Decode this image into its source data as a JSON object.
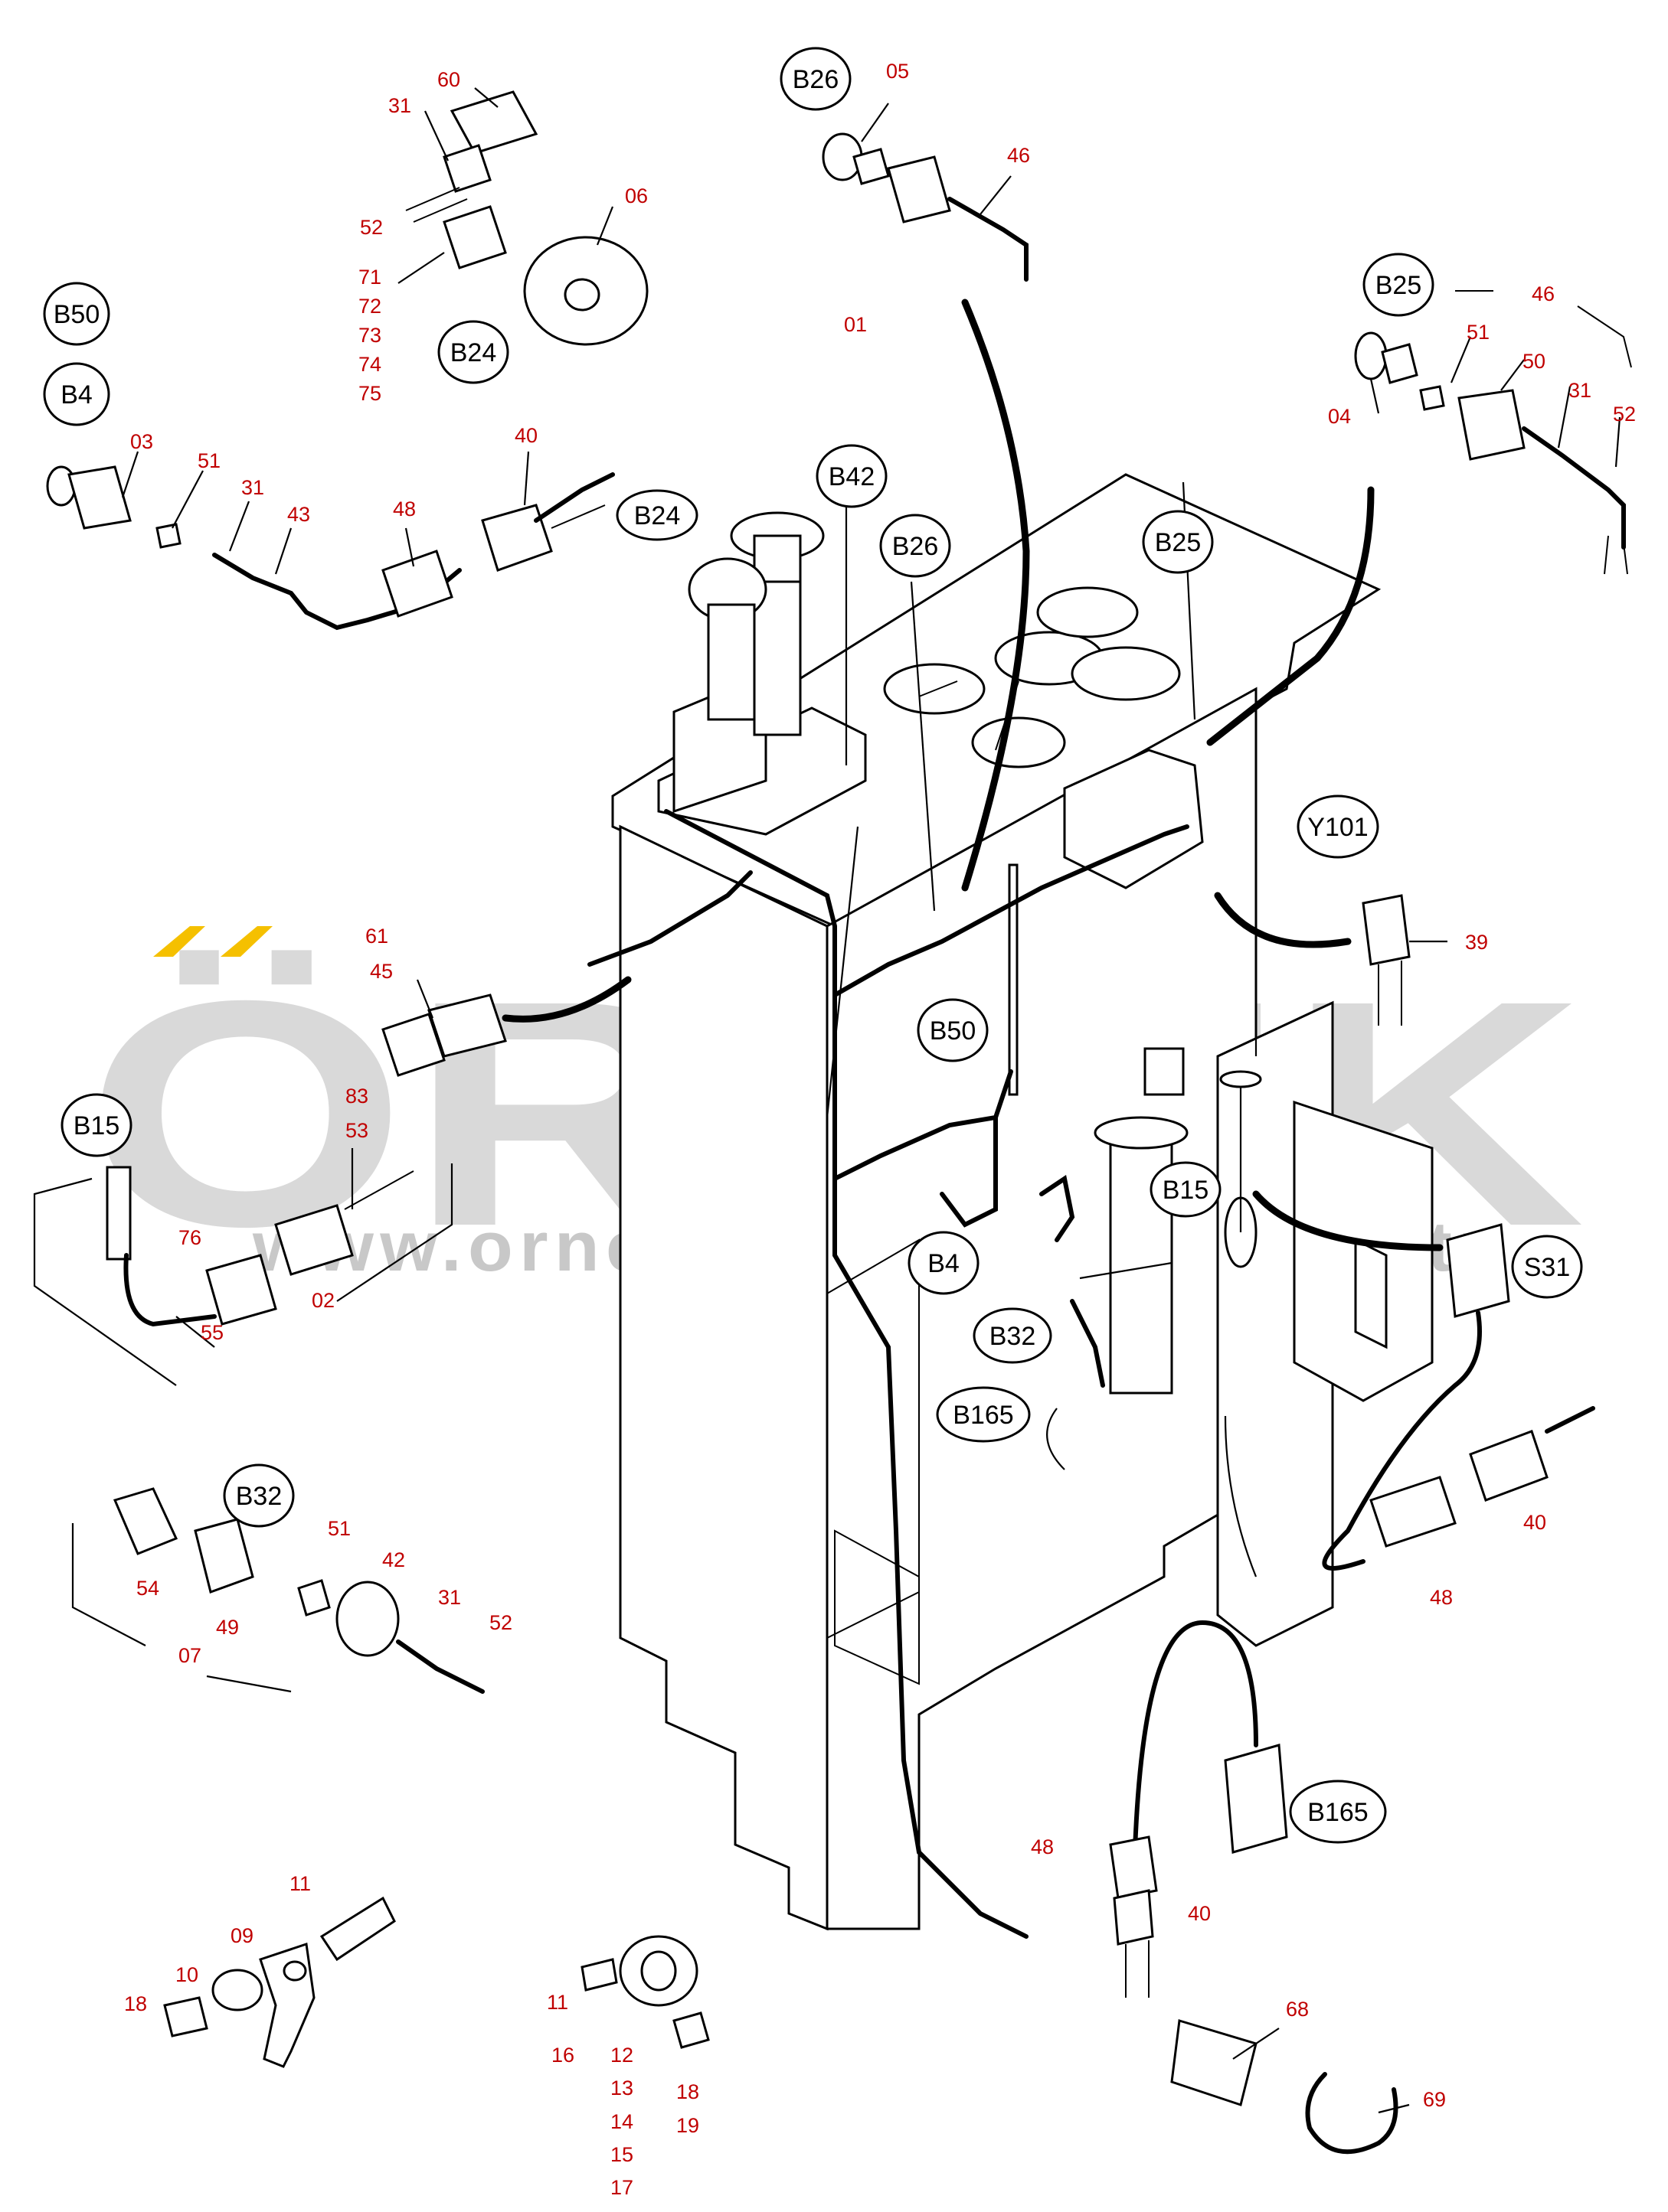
{
  "watermark": {
    "brand": "ÖRNEK",
    "url": "www.ornekismakinalari.com.tr",
    "accent_color": "#f5c000"
  },
  "labels": {
    "b50_top": "B50",
    "b4_top": "B4",
    "b24_left": "B24",
    "b26_top": "B26",
    "b25_right": "B25",
    "b42": "B42",
    "b24_main": "B24",
    "b26_main": "B26",
    "b25_main": "B25",
    "y101": "Y101",
    "b15_left": "B15",
    "b50_main": "B50",
    "b15_main": "B15",
    "b4_main": "B4",
    "s31": "S31",
    "b32_main": "B32",
    "b165_main": "B165",
    "b32_left": "B32",
    "b165_bottom": "B165"
  },
  "numbers": {
    "n60": "60",
    "n31a": "31",
    "n52a": "52",
    "n06": "06",
    "n71": "71",
    "n72": "72",
    "n73": "73",
    "n74": "74",
    "n75": "75",
    "n05": "05",
    "n46a": "46",
    "n01": "01",
    "n46b": "46",
    "n51a": "51",
    "n50": "50",
    "n31b": "31",
    "n04": "04",
    "n52b": "52",
    "n03": "03",
    "n51b": "51",
    "n31c": "31",
    "n43": "43",
    "n40a": "40",
    "n48a": "48",
    "n39": "39",
    "n61": "61",
    "n45": "45",
    "n83": "83",
    "n53": "53",
    "n76": "76",
    "n55": "55",
    "n02": "02",
    "n40b": "40",
    "n48b": "48",
    "n54": "54",
    "n49": "49",
    "n51c": "51",
    "n42": "42",
    "n31d": "31",
    "n52c": "52",
    "n07": "07",
    "n48c": "48",
    "n40c": "40",
    "n11a": "11",
    "n09": "09",
    "n10": "10",
    "n18a": "18",
    "n11b": "11",
    "n16": "16",
    "n12": "12",
    "n13": "13",
    "n14": "14",
    "n15": "15",
    "n17": "17",
    "n18b": "18",
    "n19": "19",
    "n68": "68",
    "n69": "69"
  }
}
